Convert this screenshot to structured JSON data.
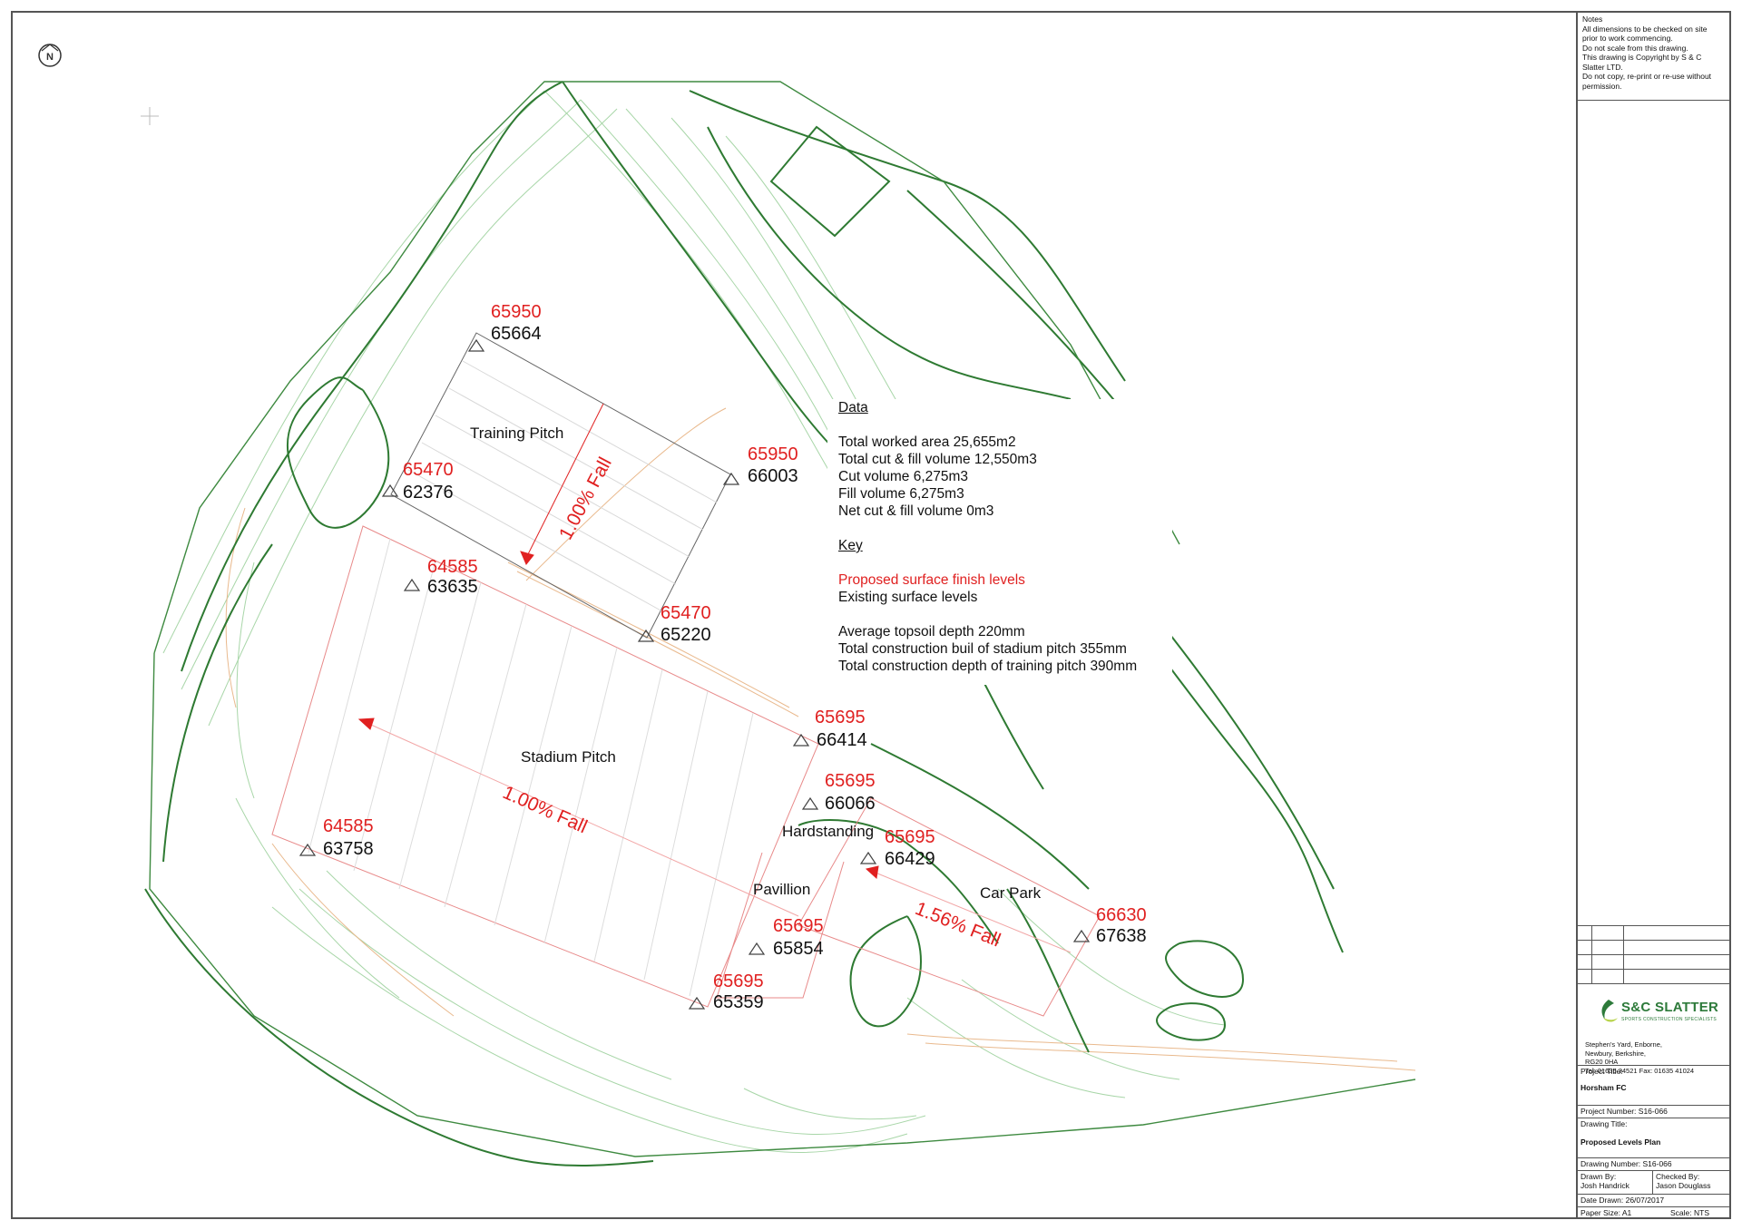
{
  "notes": {
    "title": "Notes",
    "lines": [
      "All dimensions to be checked on site",
      "prior to work commencing.",
      "Do not scale from this drawing.",
      "This drawing is Copyright by S & C",
      "Slatter LTD.",
      "Do not copy, re-print or re-use without",
      "permission."
    ]
  },
  "north_label": "N",
  "areas": {
    "training_pitch": "Training Pitch",
    "stadium_pitch": "Stadium Pitch",
    "hardstanding": "Hardstanding",
    "pavillion": "Pavillion",
    "car_park": "Car Park"
  },
  "falls": {
    "training": "1.00% Fall",
    "stadium": "1.00% Fall",
    "car_park": "1.56% Fall"
  },
  "levels": [
    {
      "proposed": "65950",
      "existing": "65664"
    },
    {
      "proposed": "65470",
      "existing": "62376"
    },
    {
      "proposed": "65950",
      "existing": "66003"
    },
    {
      "proposed": "64585",
      "existing": "63635"
    },
    {
      "proposed": "65470",
      "existing": "65220"
    },
    {
      "proposed": "65695",
      "existing": "66414"
    },
    {
      "proposed": "65695",
      "existing": "66066"
    },
    {
      "proposed": "64585",
      "existing": "63758"
    },
    {
      "proposed": "65695",
      "existing": "66429"
    },
    {
      "proposed": "66630",
      "existing": "67638"
    },
    {
      "proposed": "65695",
      "existing": "65854"
    },
    {
      "proposed": "65695",
      "existing": "65359"
    }
  ],
  "data_panel": {
    "heading": "Data",
    "total_worked_area": "Total worked area 25,655m2",
    "total_cut_fill": "Total cut & fill volume 12,550m3",
    "cut_volume": "Cut volume 6,275m3",
    "fill_volume": "Fill volume 6,275m3",
    "net_cut_fill": "Net cut & fill volume 0m3",
    "key_heading": "Key",
    "key_proposed": "Proposed surface finish levels",
    "key_existing": "Existing surface levels",
    "avg_topsoil": "Average topsoil depth 220mm",
    "stadium_depth": "Total construction buil of stadium pitch 355mm",
    "training_depth": "Total construction depth of training pitch 390mm"
  },
  "company": {
    "name": "S&C SLATTER",
    "tagline": "SPORTS CONSTRUCTION SPECIALISTS",
    "address": [
      "Stephen's Yard, Enborne,",
      "Newbury, Berkshire,",
      "RG20 0HA",
      "Tel: 01635 34521  Fax: 01635 41024"
    ]
  },
  "title_block": {
    "project_title_label": "Project Title:",
    "project_title": "Horsham FC",
    "project_number": "Project Number: S16-066",
    "drawing_title_label": "Drawing Title:",
    "drawing_title": "Proposed Levels Plan",
    "drawing_number": "Drawing Number: S16-066",
    "drawn_by_label": "Drawn By:",
    "drawn_by": "Josh Handrick",
    "checked_by_label": "Checked By:",
    "checked_by": "Jason Douglass",
    "date_drawn": "Date Drawn: 26/07/2017",
    "paper_size": "Paper Size: A1",
    "scale": "Scale: NTS"
  },
  "colors": {
    "proposed": "#e02020",
    "existing": "#111111",
    "contour_dark": "#2e7a32",
    "contour_light": "#9dcf9d",
    "contour_orange": "#e8b88a",
    "brand_green": "#2d7a3a"
  }
}
